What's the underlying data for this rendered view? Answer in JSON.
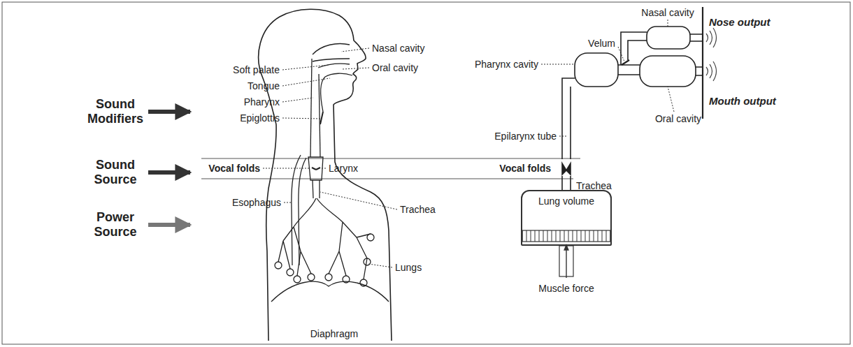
{
  "diagram": {
    "nodes": [
      {
        "text": [
          "Lung volume"
        ]
      }
    ],
    "labels": [
      "Sound Modifiers",
      "Sound Source",
      "Power Source",
      "Soft palate",
      "Tongue",
      "Pharynx",
      "Epiglottis",
      "Vocal folds",
      "Esophagus",
      "Nasal cavity",
      "Oral cavity",
      "Larynx",
      "Trachea",
      "Lungs",
      "Diaphragm",
      "Pharynx cavity",
      "Velum",
      "Epilarynx tube",
      "Vocal folds",
      "Nasal cavity",
      "Oral cavity",
      "Nose output",
      "Mouth output",
      "Muscle force",
      "Trachea"
    ]
  }
}
